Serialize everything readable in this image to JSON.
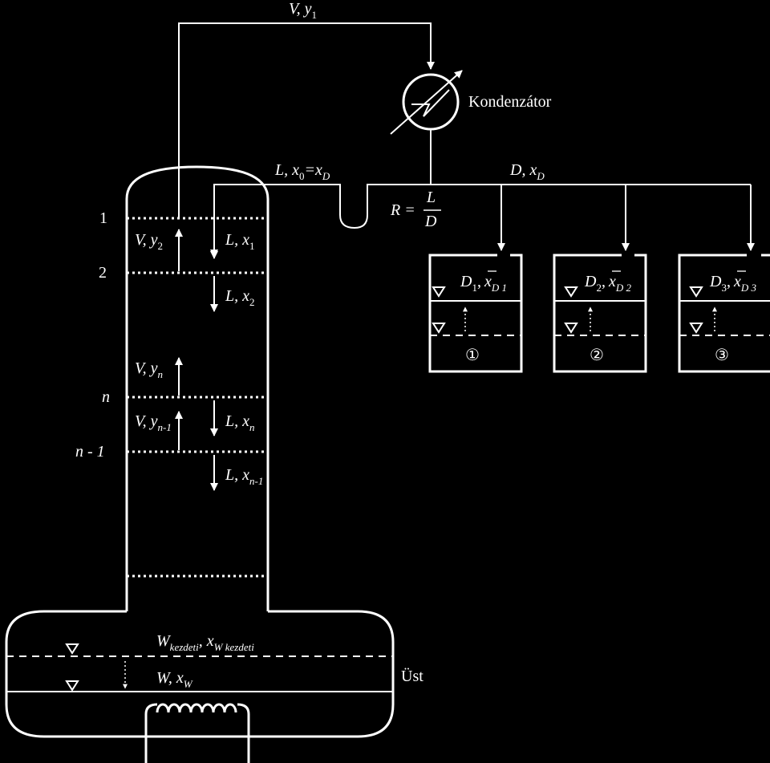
{
  "labels": {
    "vapor_top": "V, y",
    "vapor_top_sub": "1",
    "condenser": "Kondenzátor",
    "reflux": "L, x",
    "reflux_sub0": "0",
    "reflux_eq": "=x",
    "reflux_subD": "D",
    "distillate": "D, x",
    "distillate_sub": "D",
    "ratio_R": "R =",
    "ratio_num": "L",
    "ratio_den": "D",
    "still": "Üst",
    "w_initial": "W",
    "w_initial_sub": "kezdeti",
    "xw_initial": ", x",
    "xw_initial_sub": "W kezdeti",
    "w_final": "W, x",
    "w_final_sub": "W"
  },
  "plates": [
    {
      "label": "1"
    },
    {
      "label": "2"
    },
    {
      "label": "n"
    },
    {
      "label": "n - 1"
    }
  ],
  "streams": {
    "v_y2": {
      "main": "V, y",
      "sub": "2"
    },
    "l_x1": {
      "main": "L, x",
      "sub": "1"
    },
    "l_x2": {
      "main": "L, x",
      "sub": "2"
    },
    "v_yn": {
      "main": "V, y",
      "sub": "n"
    },
    "v_yn1": {
      "main": "V, y",
      "sub": "n-1"
    },
    "l_xn": {
      "main": "L, x",
      "sub": "n"
    },
    "l_xn1": {
      "main": "L, x",
      "sub": "n-1"
    }
  },
  "receivers": [
    {
      "D": "D",
      "sub": "1",
      "sep": ",",
      "xbar": "x",
      "xsub": "D 1",
      "num": "①"
    },
    {
      "D": "D",
      "sub": "2",
      "sep": ",",
      "xbar": "x",
      "xsub": "D 2",
      "num": "②"
    },
    {
      "D": "D",
      "sub": "3",
      "sep": ",",
      "xbar": "x",
      "xsub": "D 3",
      "num": "③"
    }
  ]
}
